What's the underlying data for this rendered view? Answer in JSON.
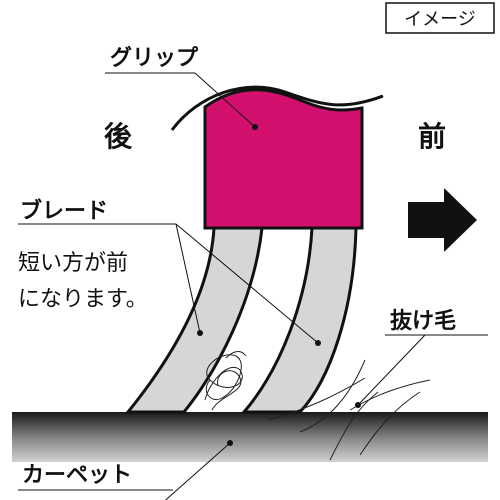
{
  "badge": "イメージ",
  "labels": {
    "grip": "グリップ",
    "back": "後",
    "front": "前",
    "blade": "ブレード",
    "blade_note_1": "短い方が前",
    "blade_note_2": "になります。",
    "loose_hair": "抜け毛",
    "carpet": "カーペット"
  },
  "colors": {
    "grip": "#d4106e",
    "blade": "#d6d6d6",
    "carpet_dark": "#1a1a1a",
    "carpet_light": "#cfcfcf",
    "ink": "#111111"
  },
  "icons": {
    "direction": "arrow-right-icon"
  }
}
